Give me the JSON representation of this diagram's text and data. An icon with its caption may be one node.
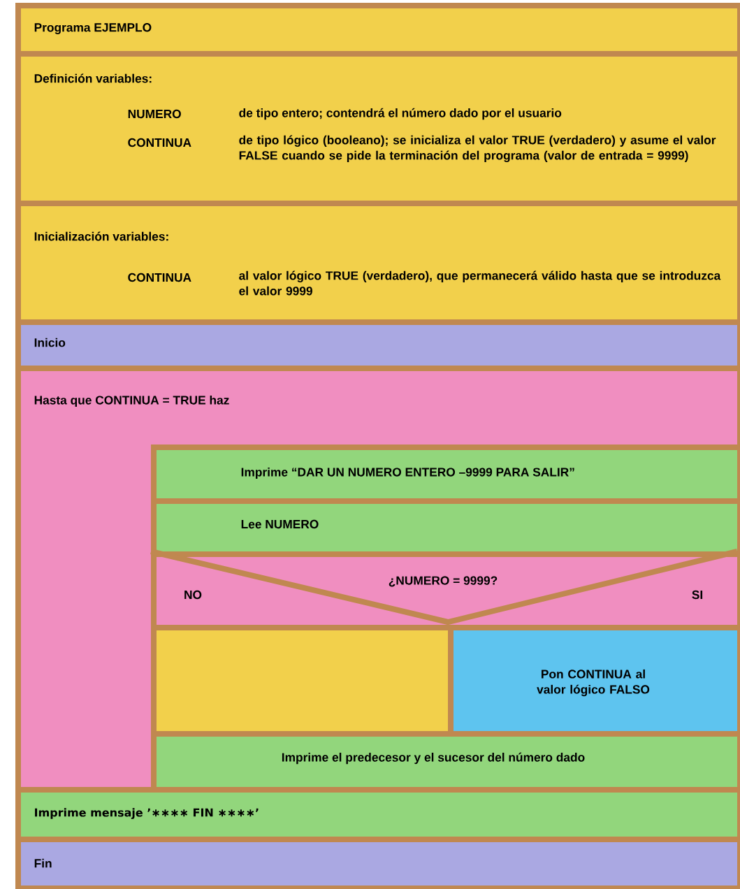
{
  "diagram": {
    "nodes": [
      {
        "text": [
          "Programa EJEMPLO"
        ]
      },
      {
        "text": [
          "Definición variables:",
          "NUMERO",
          "de tipo entero; contendrá el número dado por el usuario",
          "CONTINUA",
          "de tipo lógico (booleano); se inicializa el valor TRUE (verdadero) y asume el valor FALSE cuando se pide la terminación del programa (valor de entrada = 9999)"
        ]
      },
      {
        "text": [
          "Inicialización variables:",
          "CONTINUA",
          "al valor lógico TRUE (verdadero), que permanecerá válido hasta que se introduzca el valor 9999"
        ]
      },
      {
        "text": [
          "Inicio"
        ]
      },
      {
        "text": [
          "Hasta que CONTINUA = TRUE haz"
        ]
      },
      {
        "text": [
          "Imprime “DAR UN NUMERO ENTERO –9999 PARA SALIR”"
        ],
        "in": 4
      },
      {
        "text": [
          "Lee NUMERO"
        ],
        "in": 4
      },
      {
        "text": [
          "¿NUMERO = 9999?",
          "NO",
          "SI"
        ],
        "in": 4
      },
      {
        "text": [],
        "shape": "box",
        "in": 4
      },
      {
        "text": [
          "Pon CONTINUA al valor lógico FALSO"
        ],
        "in": 4
      },
      {
        "text": [
          "Imprime el predecesor y el sucesor del número dado"
        ],
        "in": 4
      },
      {
        "text": [
          "Imprime mensaje ’∗∗∗∗ FIN ∗∗∗∗’"
        ]
      },
      {
        "text": [
          "Fin"
        ]
      }
    ]
  }
}
